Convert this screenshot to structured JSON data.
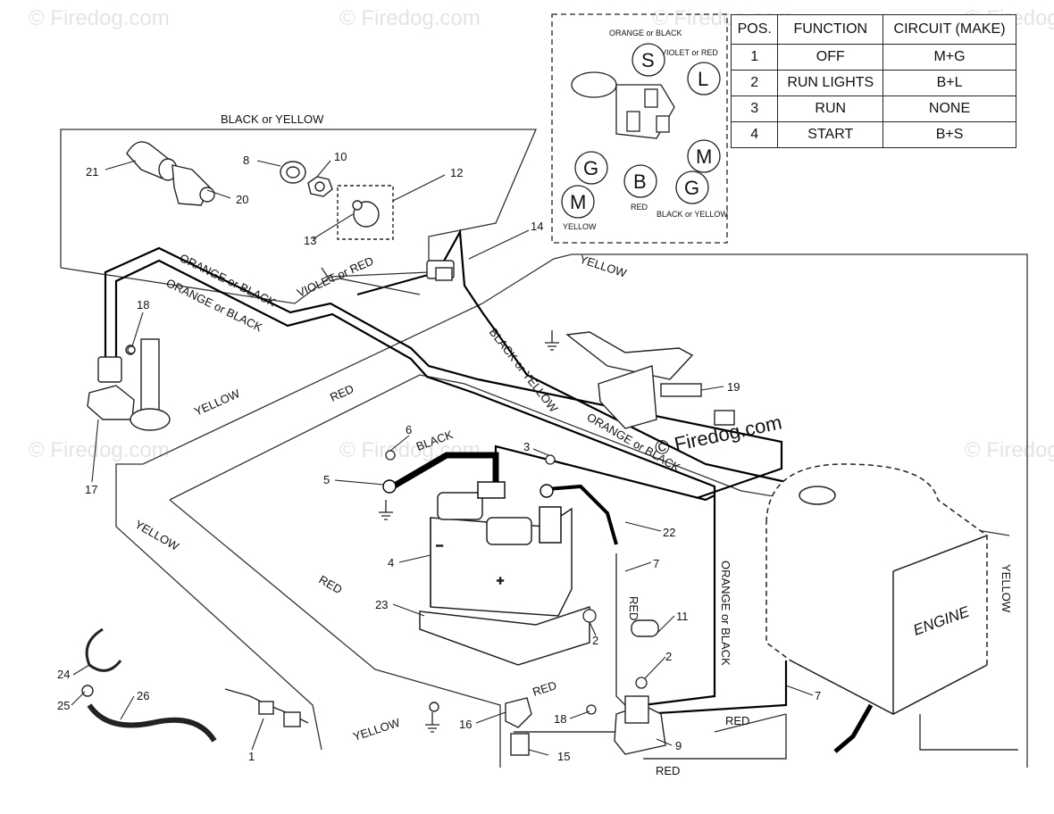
{
  "watermarks": [
    "© Firedog.com",
    "© Firedog.com",
    "© Firedog.com",
    "© Firedog.com",
    "© Firedog.com",
    "© Firedog.com",
    "© Firedog.com"
  ],
  "copyright": "© Firedog.com",
  "switch_detail": {
    "labels_top": [
      "ORANGE or BLACK",
      "VIOLET or RED"
    ],
    "pins": [
      "S",
      "L",
      "G",
      "B",
      "M",
      "M",
      "G"
    ],
    "labels_bottom": [
      "YELLOW",
      "RED",
      "BLACK or YELLOW"
    ]
  },
  "switch_table": {
    "headers": [
      "POS.",
      "FUNCTION",
      "CIRCUIT  (MAKE)"
    ],
    "rows": [
      [
        "1",
        "OFF",
        "M+G"
      ],
      [
        "2",
        "RUN LIGHTS",
        "B+L"
      ],
      [
        "3",
        "RUN",
        "NONE"
      ],
      [
        "4",
        "START",
        "B+S"
      ]
    ]
  },
  "wire_labels": [
    "BLACK or YELLOW",
    "ORANGE or BLACK",
    "ORANGE or BLACK",
    "VIOLET or RED",
    "YELLOW",
    "BLACK or YELLOW",
    "YELLOW",
    "RED",
    "ORANGE or BLACK",
    "BLACK",
    "YELLOW",
    "RED",
    "ORANGE or BLACK",
    "RED",
    "YELLOW",
    "RED",
    "RED",
    "RED",
    "YELLOW"
  ],
  "engine_label": "ENGINE",
  "part_numbers": [
    "21",
    "20",
    "8",
    "10",
    "12",
    "13",
    "14",
    "18",
    "17",
    "19",
    "6",
    "3",
    "5",
    "4",
    "22",
    "7",
    "23",
    "2",
    "11",
    "2",
    "7",
    "24",
    "25",
    "26",
    "1",
    "16",
    "18",
    "9",
    "15"
  ]
}
